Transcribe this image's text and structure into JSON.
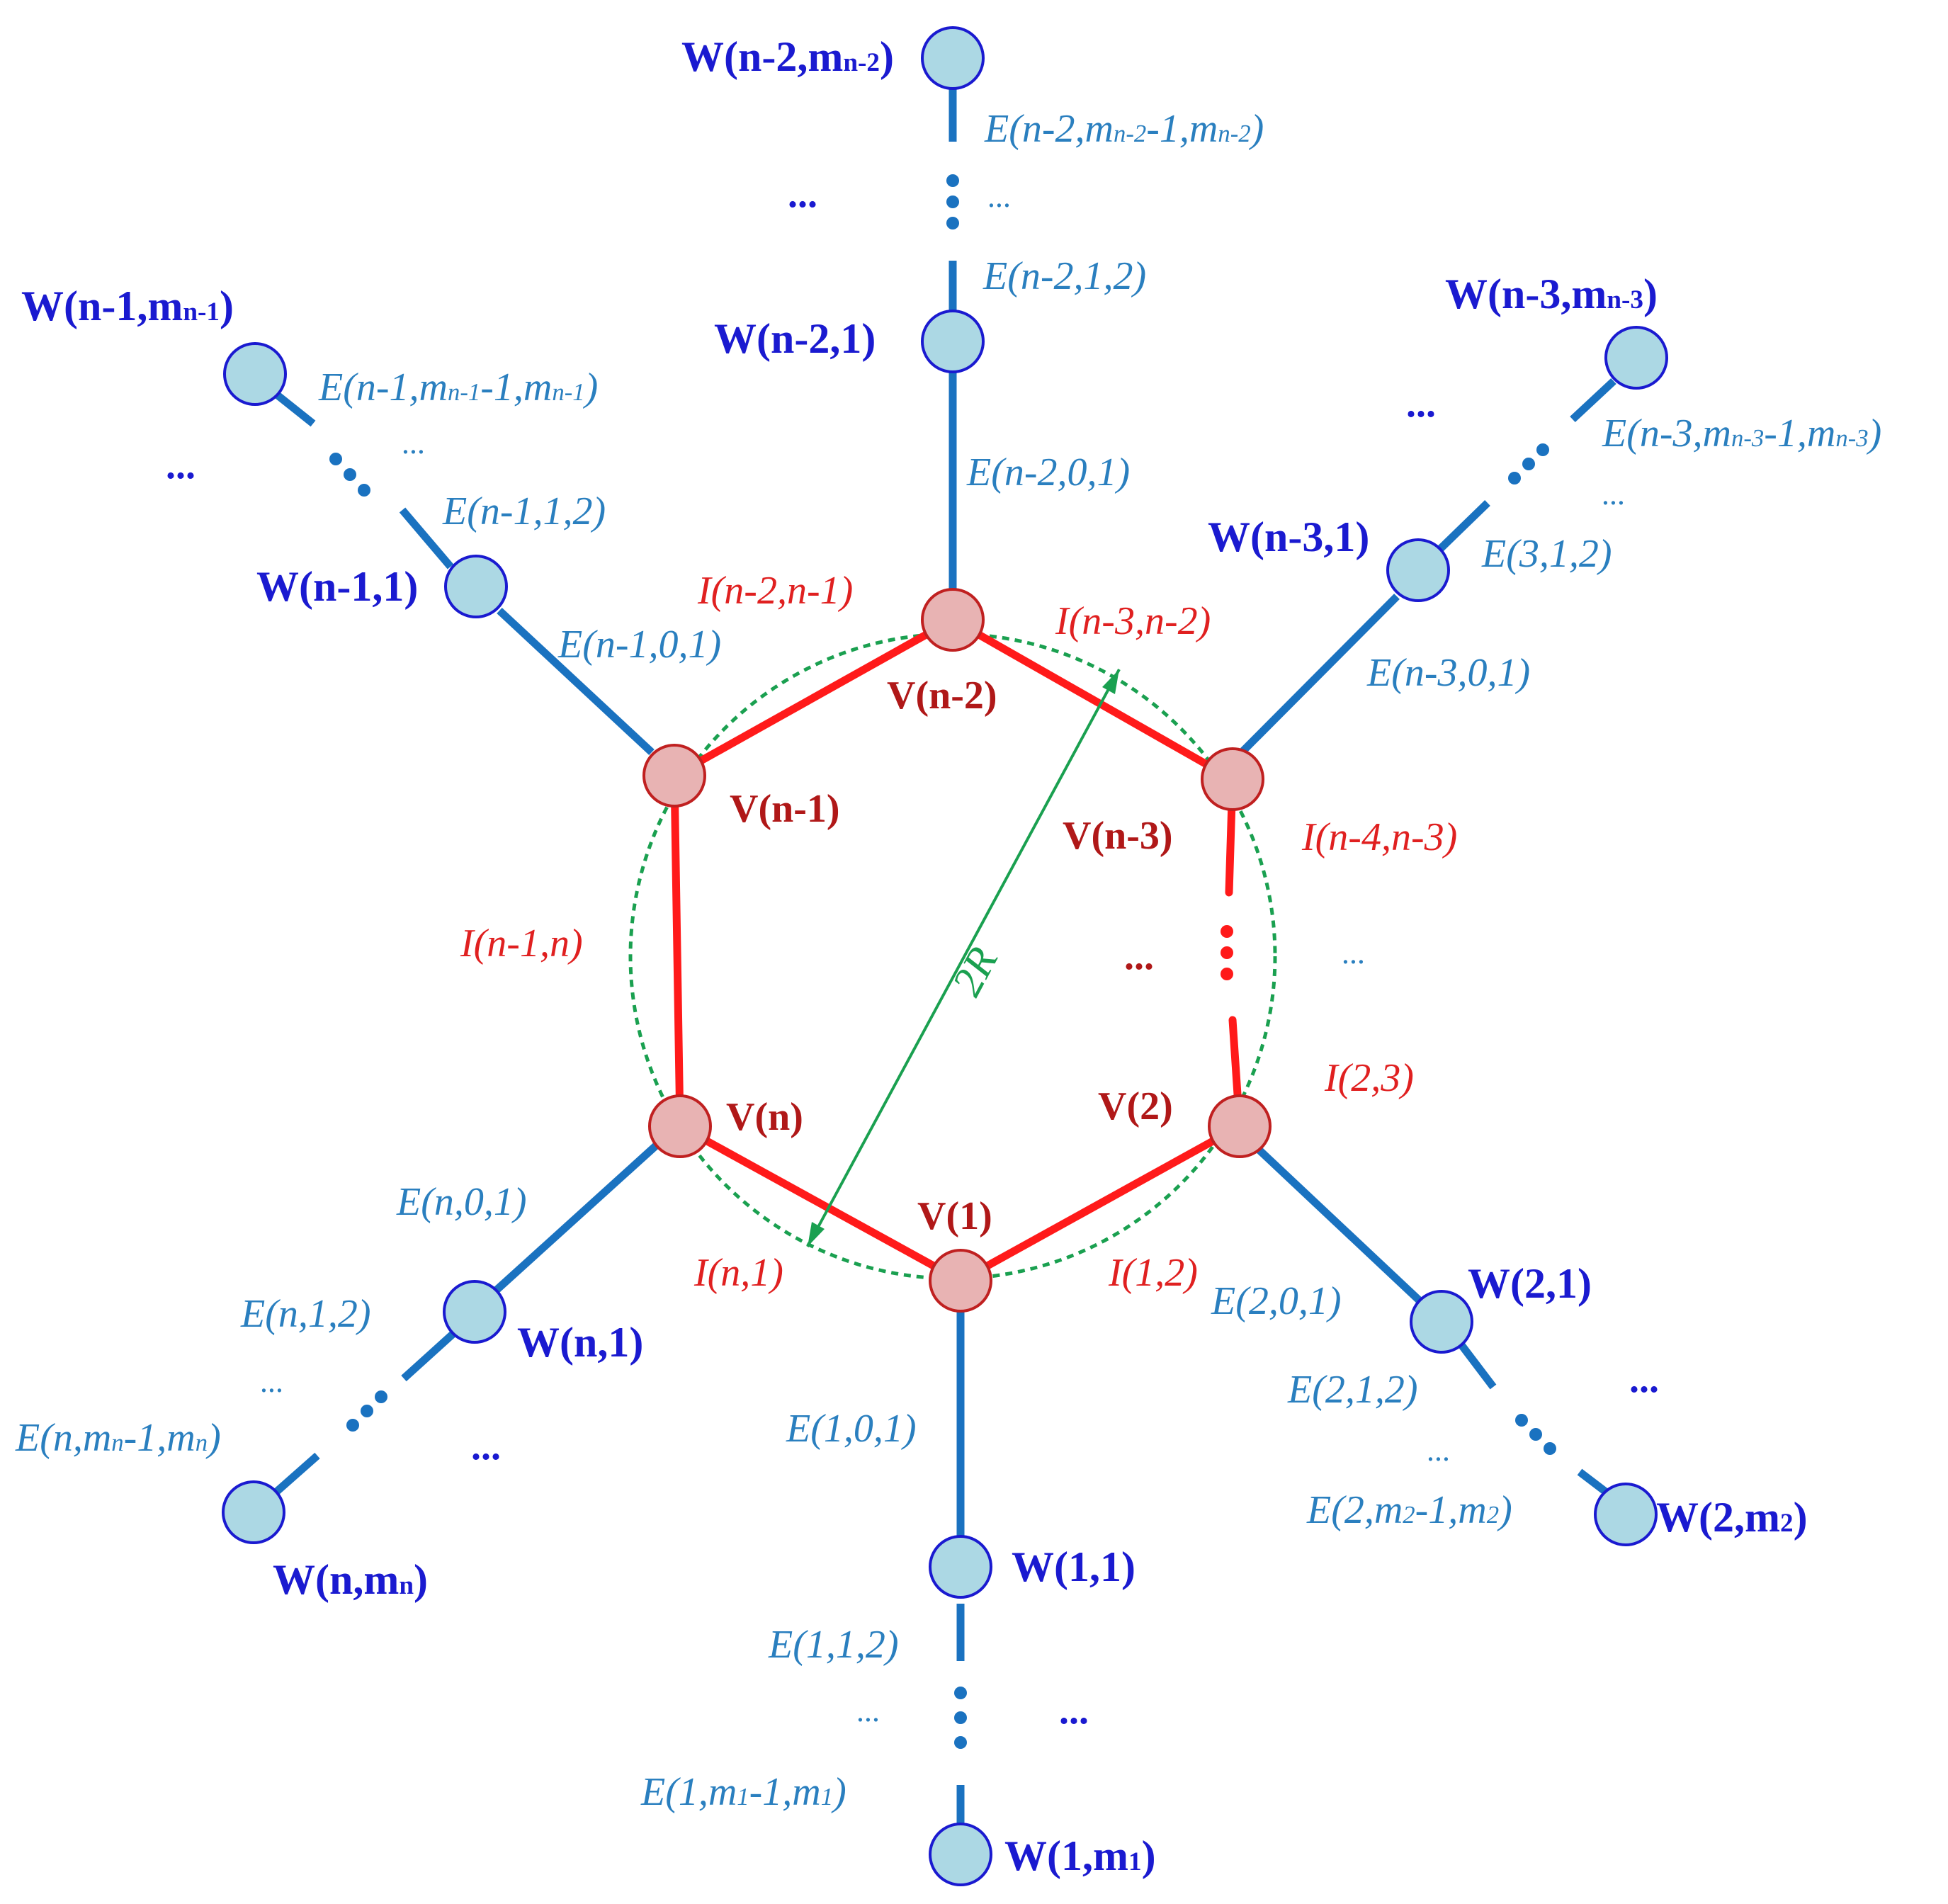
{
  "colors": {
    "core_edge": "#ff1a1a",
    "core_node_fill": "#e8b3b3",
    "core_node_stroke": "#c02020",
    "branch_edge": "#1a72c0",
    "branch_node_fill": "#acd8e4",
    "branch_node_stroke": "#1a1ad0",
    "circle": "#1aa050",
    "v_label": "#b01818",
    "w_label": "#1a1ad0",
    "i_label": "#e02020",
    "e_label": "#2a7fbf"
  },
  "core_vertices": {
    "v1": "V(1)",
    "v2": "V(2)",
    "vn": "V(n)",
    "vn1": "V(n-1)",
    "vn2": "V(n-2)",
    "vn3": "V(n-3)"
  },
  "core_edges": {
    "i12": "I(1,2)",
    "i23": "I(2,3)",
    "in1": "I(n,1)",
    "in1n": "I(n-1,n)",
    "in2n1": "I(n-2,n-1)",
    "in3n2": "I(n-3,n-2)",
    "in4n3": "I(n-4,n-3)"
  },
  "radius_label": "2R",
  "branch_vertices": {
    "w11": "W(1,1)",
    "w1m": {
      "base": "W(1,m",
      "sub": "1",
      "end": ")"
    },
    "w21": "W(2,1)",
    "w2m": {
      "base": "W(2,m",
      "sub": "2",
      "end": ")"
    },
    "wn1": "W(n,1)",
    "wnm": {
      "base": "W(n,m",
      "sub": "n",
      "end": ")"
    },
    "wn11": "W(n-1,1)",
    "wn1m": {
      "base": "W(n-1,m",
      "sub": "n-1",
      "end": ")"
    },
    "wn21": "W(n-2,1)",
    "wn2m": {
      "base": "W(n-2,m",
      "sub": "n-2",
      "end": ")"
    },
    "wn31": "W(n-3,1)",
    "wn3m": {
      "base": "W(n-3,m",
      "sub": "n-3",
      "end": ")"
    }
  },
  "branch_edges": {
    "e101": "E(1,0,1)",
    "e112": "E(1,1,2)",
    "e1m": {
      "a": "E(1,m",
      "s1": "1",
      "b": "-1,m",
      "s2": "1",
      "c": ")"
    },
    "e201": "E(2,0,1)",
    "e212": "E(2,1,2)",
    "e2m": {
      "a": "E(2,m",
      "s1": "2",
      "b": "-1,m",
      "s2": "2",
      "c": ")"
    },
    "en01": "E(n,0,1)",
    "en12": "E(n,1,2)",
    "enm": {
      "a": "E(n,m",
      "s1": "n",
      "b": "-1,m",
      "s2": "n",
      "c": ")"
    },
    "en101": "E(n-1,0,1)",
    "en112": "E(n-1,1,2)",
    "en1m": {
      "a": "E(n-1,m",
      "s1": "n-1",
      "b": "-1,m",
      "s2": "n-1",
      "c": ")"
    },
    "en201": "E(n-2,0,1)",
    "en212": "E(n-2,1,2)",
    "en2m": {
      "a": "E(n-2,m",
      "s1": "n-2",
      "b": "-1,m",
      "s2": "n-2",
      "c": ")"
    },
    "en301": "E(n-3,0,1)",
    "e312": "E(3,1,2)",
    "en3m": {
      "a": "E(n-3,m",
      "s1": "n-3",
      "b": "-1,m",
      "s2": "n-3",
      "c": ")"
    }
  },
  "ellipsis": "...",
  "small_ellipsis": "..."
}
